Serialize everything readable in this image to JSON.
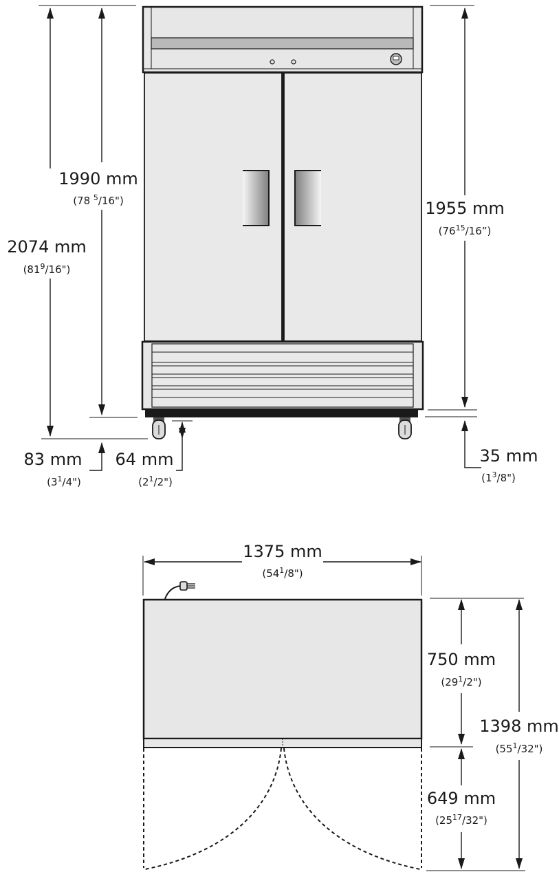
{
  "front_view": {
    "overall_height": {
      "mm": "2074 mm",
      "pre": "(81",
      "sup": "9",
      "post": "/16\")"
    },
    "cabinet_height": {
      "mm": "1990 mm",
      "pre": "(78 ",
      "sup": "5",
      "post": "/16\")"
    },
    "door_height": {
      "mm": "1955 mm",
      "pre": "(76",
      "sup": "15",
      "post": "/16”)"
    },
    "floor_clearance": {
      "mm": "83 mm",
      "pre": "(3",
      "sup": "1",
      "post": "/4\")"
    },
    "caster_height": {
      "mm": "64 mm",
      "pre": "(2",
      "sup": "1",
      "post": "/2\")"
    },
    "base_gap": {
      "mm": "35 mm",
      "pre": "(1",
      "sup": "3",
      "post": "/8\")"
    }
  },
  "top_view": {
    "width": {
      "mm": "1375 mm",
      "pre": "(54",
      "sup": "1",
      "post": "/8\")"
    },
    "depth": {
      "mm": "750 mm",
      "pre": "(29",
      "sup": "1",
      "post": "/2\")"
    },
    "total_depth": {
      "mm": "1398 mm",
      "pre": "(55",
      "sup": "1",
      "post": "/32\")"
    },
    "door_swing": {
      "mm": "649 mm",
      "pre": "(25",
      "sup": "17",
      "post": "/32\")"
    }
  },
  "icons": [
    "arrow-icon",
    "plug-icon",
    "caster-icon",
    "door-handle-icon"
  ]
}
